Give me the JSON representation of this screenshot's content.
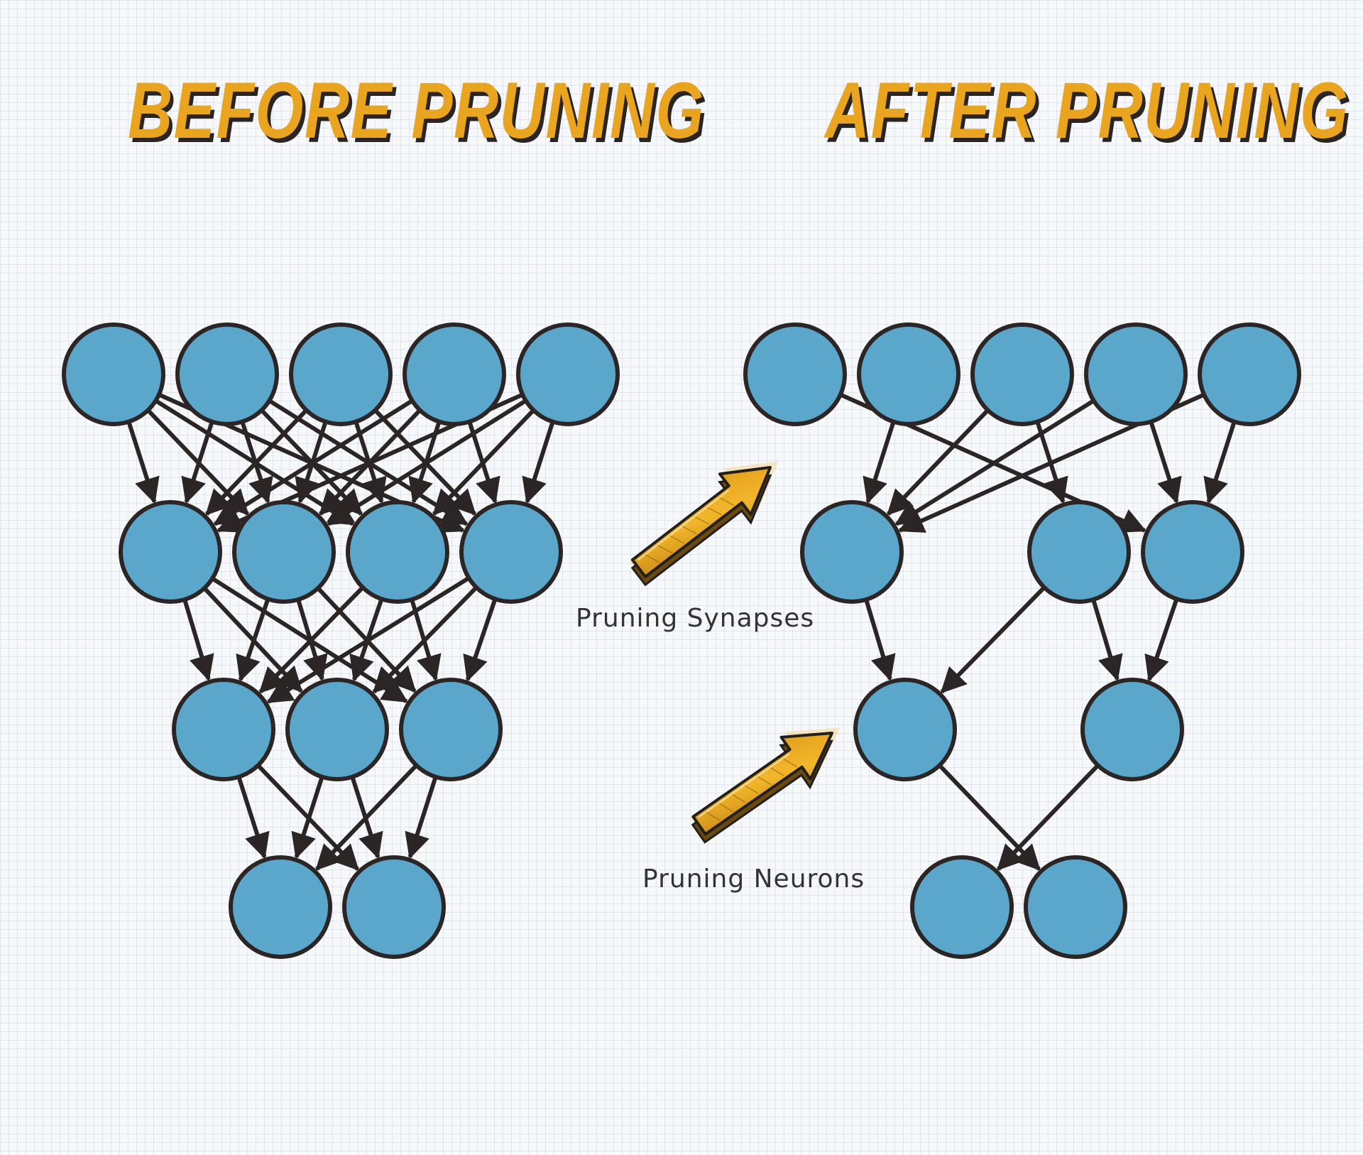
{
  "titles": {
    "before": "BEFORE PRUNING",
    "after": "AFTER PRUNING"
  },
  "captions": {
    "synapses": "Pruning Synapses",
    "neurons": "Pruning Neurons"
  },
  "colors": {
    "neuron_fill": "#5ba6cb",
    "neuron_stroke": "#2b2625",
    "edge": "#2b2625",
    "title": "#e9a520",
    "title_shadow": "#2a2523",
    "pointer_arrow": "#e8a81c"
  },
  "networks": {
    "before": {
      "layers": [
        5,
        4,
        3,
        2
      ],
      "connections": "fully-connected"
    },
    "after": {
      "layers": [
        5,
        3,
        2,
        2
      ],
      "edges": [
        [
          [
            0,
            0
          ],
          [
            1,
            2
          ]
        ],
        [
          [
            0,
            1
          ],
          [
            1,
            0
          ]
        ],
        [
          [
            0,
            2
          ],
          [
            1,
            0
          ]
        ],
        [
          [
            0,
            2
          ],
          [
            1,
            1
          ]
        ],
        [
          [
            0,
            3
          ],
          [
            1,
            0
          ]
        ],
        [
          [
            0,
            3
          ],
          [
            1,
            2
          ]
        ],
        [
          [
            0,
            4
          ],
          [
            1,
            0
          ]
        ],
        [
          [
            0,
            4
          ],
          [
            1,
            2
          ]
        ],
        [
          [
            1,
            0
          ],
          [
            2,
            0
          ]
        ],
        [
          [
            1,
            1
          ],
          [
            2,
            0
          ]
        ],
        [
          [
            1,
            1
          ],
          [
            2,
            1
          ]
        ],
        [
          [
            1,
            2
          ],
          [
            2,
            1
          ]
        ],
        [
          [
            2,
            0
          ],
          [
            3,
            1
          ]
        ],
        [
          [
            2,
            1
          ],
          [
            3,
            0
          ]
        ]
      ]
    }
  },
  "pointer_arrows": [
    {
      "name": "synapses-pointer-arrow"
    },
    {
      "name": "neurons-pointer-arrow"
    }
  ]
}
